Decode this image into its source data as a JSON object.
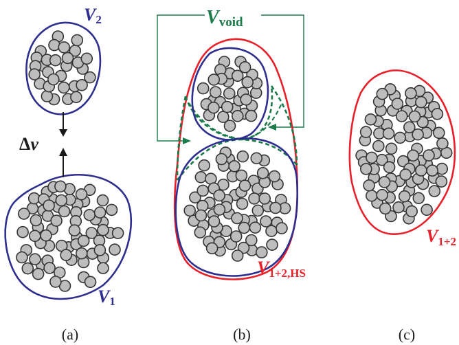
{
  "colors": {
    "blue": "#2e2e8f",
    "red": "#e8202a",
    "green": "#1a7a4a",
    "particle_fill": "#bdbdbd",
    "particle_stroke": "#333333",
    "text": "#1a1a1a"
  },
  "labels": {
    "v2": {
      "main": "V",
      "sub": "2"
    },
    "v1": {
      "main": "V",
      "sub": "1"
    },
    "delta_v": {
      "symbol": "Δ",
      "var": "v"
    },
    "void": {
      "main": "V",
      "sub": "void"
    },
    "v12hs": {
      "main": "V",
      "sub": "1+2,HS"
    },
    "v12": {
      "main": "V",
      "sub": "1+2"
    }
  },
  "captions": {
    "a": "(a)",
    "b": "(b)",
    "c": "(c)"
  }
}
